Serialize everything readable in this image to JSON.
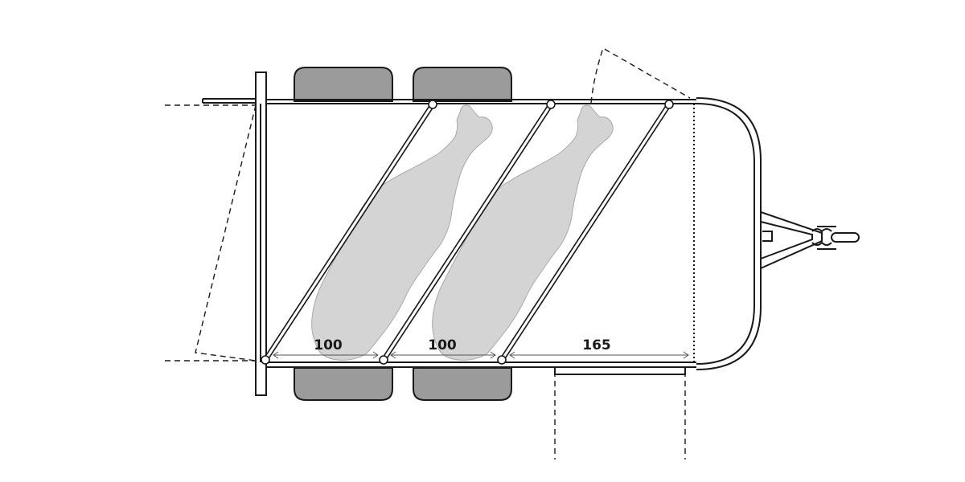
{
  "diagram": {
    "dimensions": [
      {
        "value": "100"
      },
      {
        "value": "100"
      },
      {
        "value": "165"
      }
    ]
  }
}
